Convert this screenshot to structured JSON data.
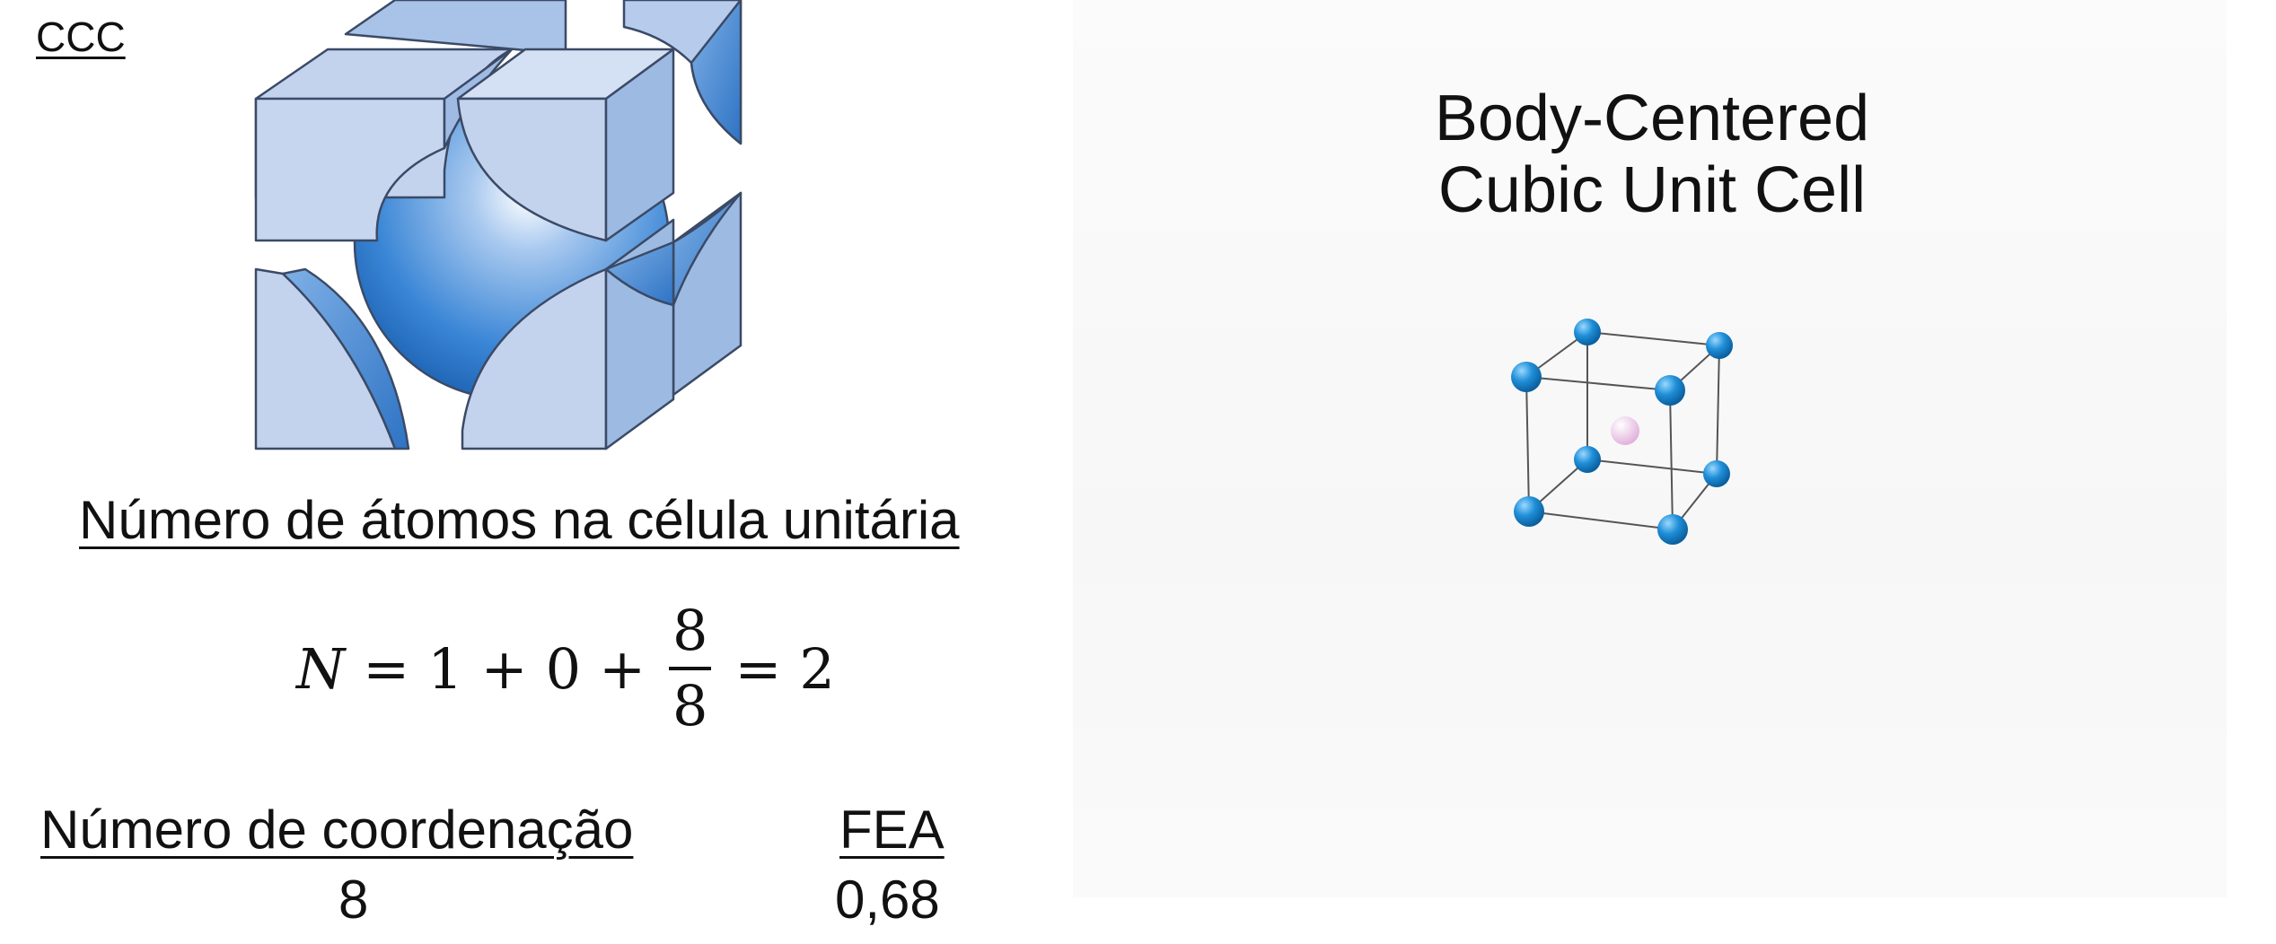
{
  "slide": {
    "label": "CCC",
    "atoms_heading": "Número de átomos na célula unitária",
    "formula": {
      "lhs": "N",
      "eq": "=",
      "term1": "1",
      "plus1": "+",
      "term2": "0",
      "plus2": "+",
      "frac_num": "8",
      "frac_den": "8",
      "eq2": "=",
      "result": "2"
    },
    "coordination_heading": "Número de coordenação",
    "coordination_value": "8",
    "fea_heading": "FEA",
    "fea_value": "0,68"
  },
  "video": {
    "title_line1": "Body-Centered",
    "title_line2": "Cubic Unit Cell"
  },
  "colors": {
    "sphere_blue": "#2f7fd0",
    "cube_face": "#c3d3ee",
    "atom_blue": "#1f8fd8",
    "center_atom": "#e8bde3"
  }
}
